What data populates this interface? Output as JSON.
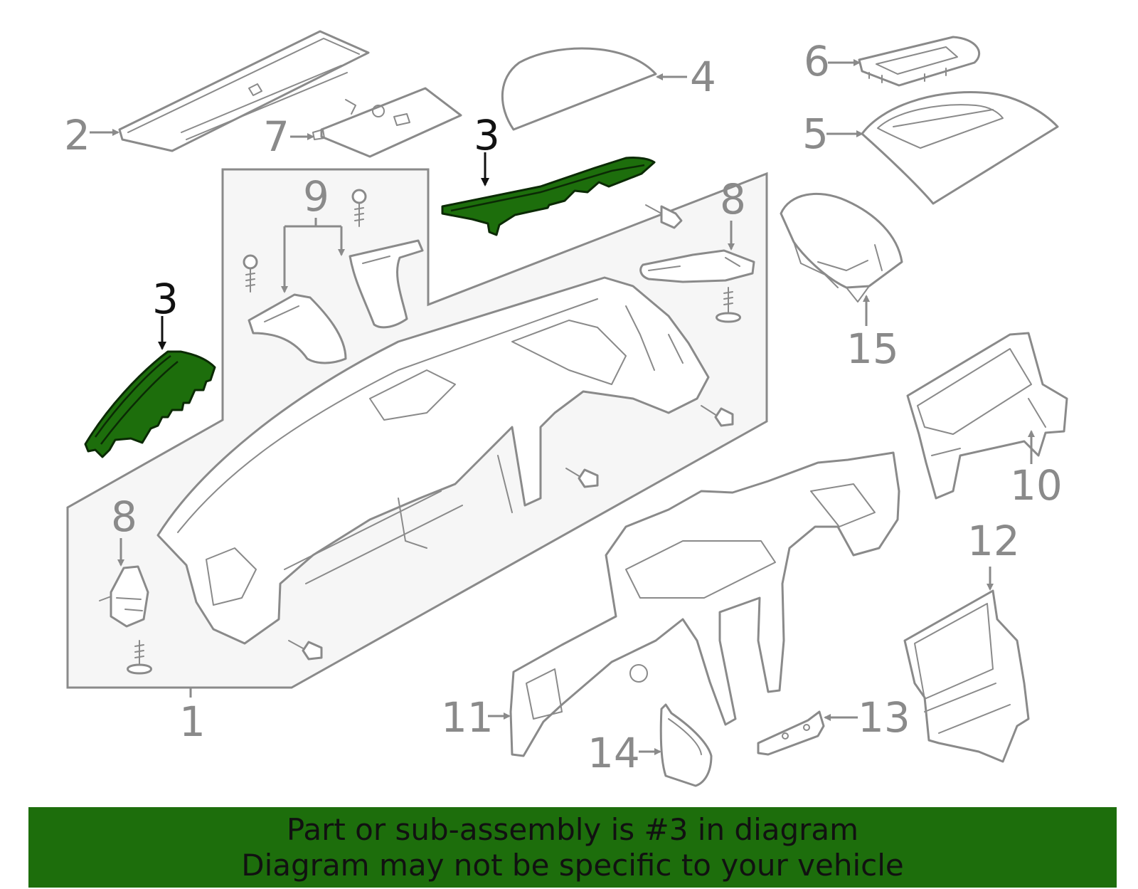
{
  "callouts": {
    "c1": "1",
    "c2": "2",
    "c3a": "3",
    "c3b": "3",
    "c4": "4",
    "c5": "5",
    "c6": "6",
    "c7": "7",
    "c8a": "8",
    "c8b": "8",
    "c9": "9",
    "c10": "10",
    "c11": "11",
    "c12": "12",
    "c13": "13",
    "c14": "14",
    "c15": "15"
  },
  "banner": {
    "line1": "Part or sub-assembly is #3 in diagram",
    "line2": "Diagram may not be specific to your vehicle"
  },
  "colors": {
    "highlight": "#1d6e0c",
    "outline": "#8a8a8a",
    "panel": "#f6f6f6",
    "banner": "#1d6e0c"
  }
}
